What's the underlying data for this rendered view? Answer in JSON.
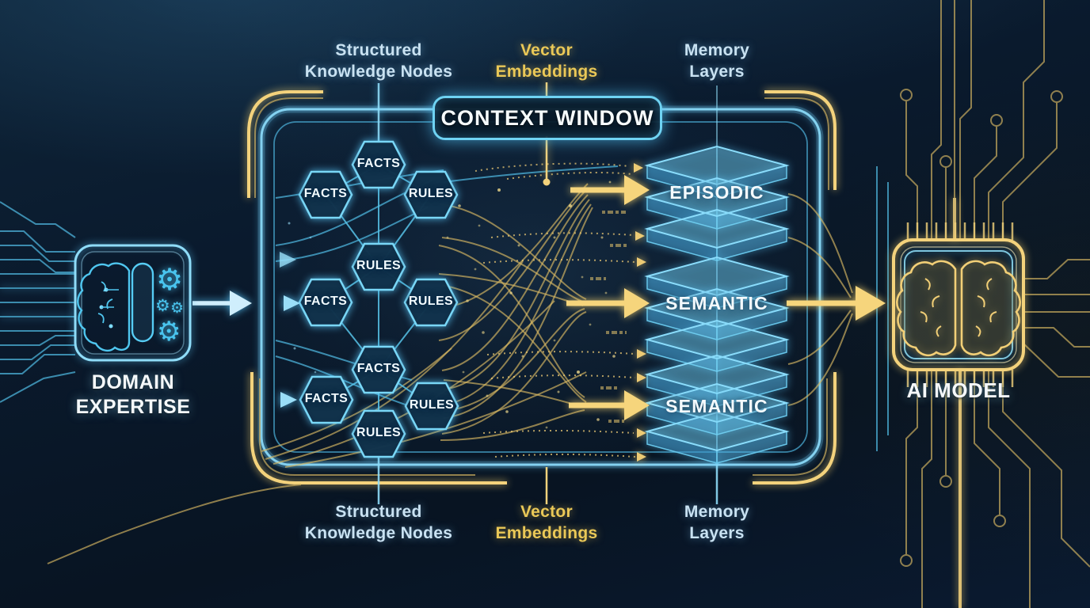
{
  "diagram": {
    "title": "CONTEXT WINDOW",
    "left_chip": {
      "label": "DOMAIN\nEXPERTISE",
      "icon": "brain-gears-icon"
    },
    "right_chip": {
      "label": "AI MODEL",
      "icon": "brain-chip-icon"
    },
    "columns_top": [
      {
        "label": "Structured\nKnowledge Nodes",
        "color": "#c9e2f2"
      },
      {
        "label": "Vector\nEmbeddings",
        "color": "#eac857"
      },
      {
        "label": "Memory\nLayers",
        "color": "#c9e2f2"
      }
    ],
    "columns_bottom": [
      {
        "label": "Structured\nKnowledge Nodes",
        "color": "#c9e2f2"
      },
      {
        "label": "Vector\nEmbeddings",
        "color": "#eac857"
      },
      {
        "label": "Memory\nLayers",
        "color": "#c9e2f2"
      }
    ],
    "knowledge_nodes": [
      {
        "label": "FACTS"
      },
      {
        "label": "FACTS"
      },
      {
        "label": "RULES"
      },
      {
        "label": "RULES"
      },
      {
        "label": "FACTS"
      },
      {
        "label": "RULES"
      },
      {
        "label": "FACTS"
      },
      {
        "label": "FACTS"
      },
      {
        "label": "RULES"
      },
      {
        "label": "RULES"
      }
    ],
    "memory_layers": [
      {
        "label": "EPISODIC",
        "layers": 3
      },
      {
        "label": "SEMANTIC",
        "layers": 3
      },
      {
        "label": "SEMANTIC",
        "layers": 3
      }
    ],
    "icons": {
      "gear_glyph": "⚙"
    },
    "colors": {
      "background": "#0a1a2d",
      "accent_cyan": "#5ecdf4",
      "accent_gold": "#eec963",
      "label_blue": "#c9e2f2",
      "text_white": "#f5f9fb"
    }
  }
}
